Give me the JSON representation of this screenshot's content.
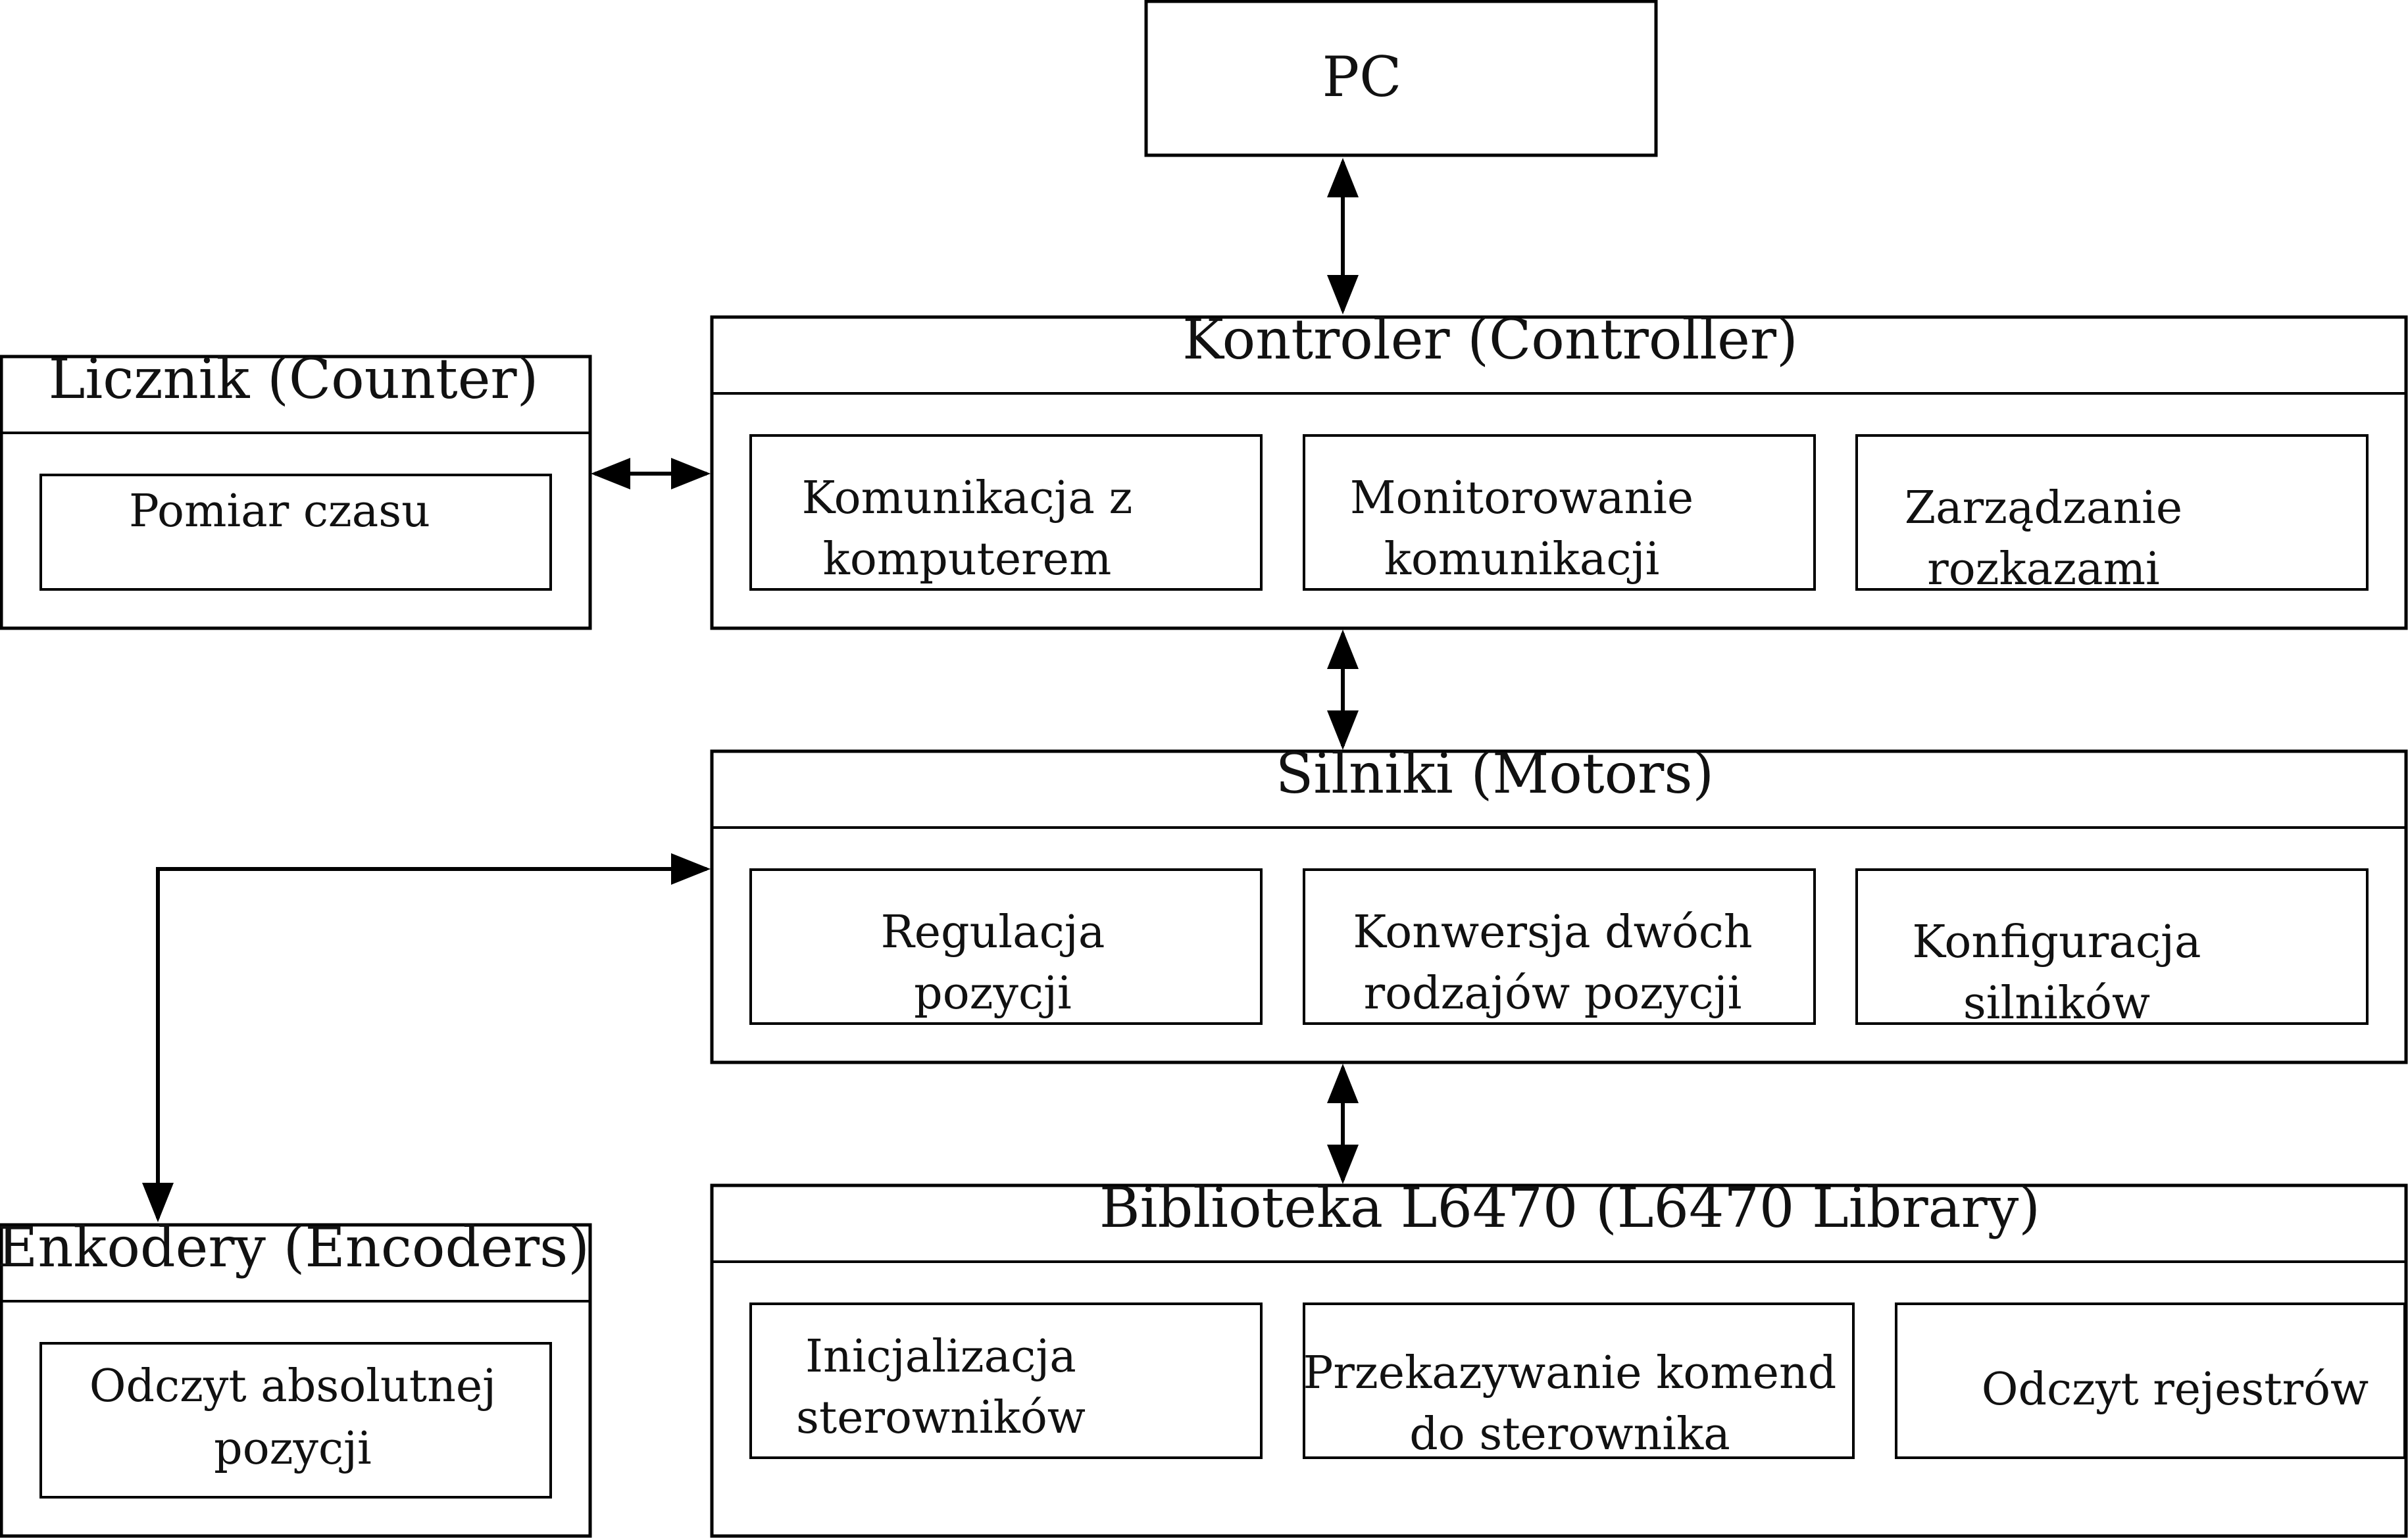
{
  "pc": {
    "label": "PC"
  },
  "controller": {
    "title": "Kontroler (Controller)",
    "items": [
      {
        "line1": "Komunikacja z",
        "line2": "komputerem"
      },
      {
        "line1": "Monitorowanie",
        "line2": "komunikacji"
      },
      {
        "line1": "Zarządzanie",
        "line2": "rozkazami"
      }
    ]
  },
  "counter": {
    "title": "Licznik (Counter)",
    "items": [
      {
        "line1": "Pomiar czasu"
      }
    ]
  },
  "motors": {
    "title": "Silniki (Motors)",
    "items": [
      {
        "line1": "Regulacja",
        "line2": "pozycji"
      },
      {
        "line1": "Konwersja dwóch",
        "line2": "rodzajów pozycji"
      },
      {
        "line1": "Konfiguracja",
        "line2": "silników"
      }
    ]
  },
  "encoders": {
    "title": "Enkodery (Encoders)",
    "items": [
      {
        "line1": "Odczyt absolutnej",
        "line2": "pozycji"
      }
    ]
  },
  "library": {
    "title": "Biblioteka L6470 (L6470 Library)",
    "items": [
      {
        "line1": "Inicjalizacja",
        "line2": "sterowników"
      },
      {
        "line1": "Przekazywanie komend",
        "line2": "do sterownika"
      },
      {
        "line1": "Odczyt rejestrów"
      }
    ]
  },
  "connections": [
    {
      "from": "pc",
      "to": "controller",
      "direction": "both"
    },
    {
      "from": "counter",
      "to": "controller",
      "direction": "both"
    },
    {
      "from": "controller",
      "to": "motors",
      "direction": "both"
    },
    {
      "from": "motors",
      "to": "library",
      "direction": "both"
    },
    {
      "from": "motors",
      "to": "encoders",
      "direction": "both"
    }
  ]
}
